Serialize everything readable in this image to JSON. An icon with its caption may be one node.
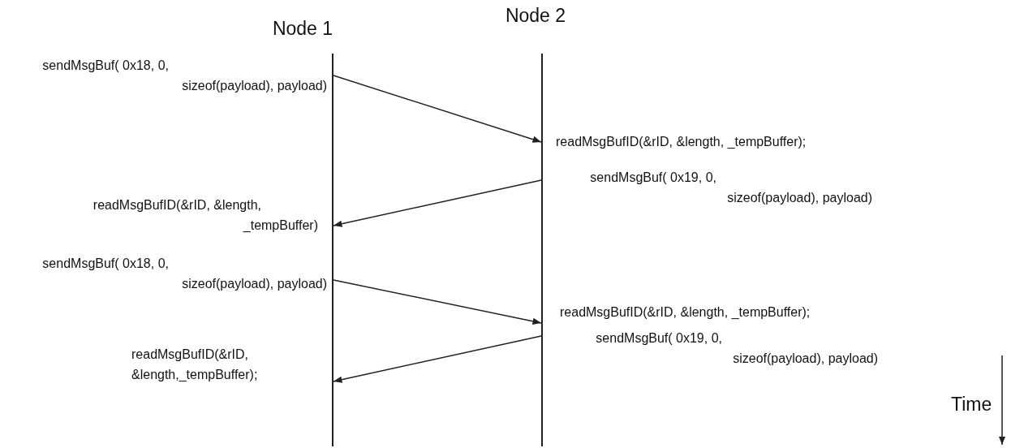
{
  "diagram": {
    "nodes": [
      {
        "text": [
          "Node 1"
        ]
      },
      {
        "text": [
          "Node 2"
        ]
      }
    ],
    "edges": [
      {
        "from": 0,
        "to": 1,
        "arrow": "to"
      },
      {
        "from": 1,
        "to": 0,
        "arrow": "to"
      },
      {
        "from": 0,
        "to": 1,
        "arrow": "to"
      },
      {
        "from": 1,
        "to": 0,
        "arrow": "to"
      }
    ],
    "labels": [
      "sendMsgBuf( 0x18, 0, sizeof(payload), payload)",
      "readMsgBufID(&rID, &length, _tempBuffer);",
      "sendMsgBuf( 0x19, 0, sizeof(payload), payload)",
      "readMsgBufID(&rID, &length, _tempBuffer)",
      "sendMsgBuf( 0x18, 0, sizeof(payload), payload)",
      "readMsgBufID(&rID, &length, _tempBuffer);",
      "sendMsgBuf( 0x19, 0, sizeof(payload), payload)",
      "readMsgBufID(&rID, &length,_tempBuffer);",
      "Time"
    ]
  }
}
